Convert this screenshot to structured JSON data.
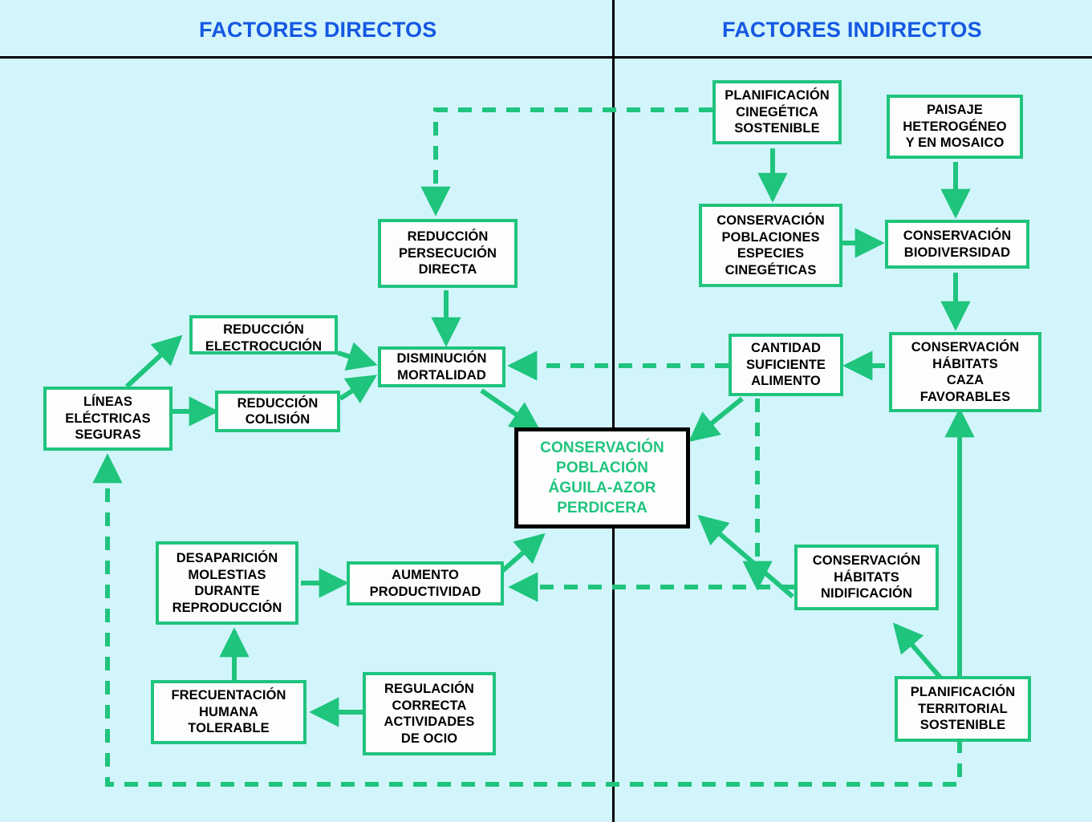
{
  "headers": {
    "left": "FACTORES DIRECTOS",
    "right": "FACTORES INDIRECTOS",
    "color": "#1558e2"
  },
  "theme": {
    "background": "#d2f5fb",
    "node_border": "#1fc47d",
    "node_fill": "#fdfdfd",
    "arrow": "#1fc47d",
    "divider": "#000000",
    "center_border": "#000000",
    "center_text": "#1fc47d"
  },
  "nodes": [
    {
      "id": "planificacion-cinegetica-sostenible",
      "label": "PLANIFICACIÓN\nCINEGÉTICA\nSOSTENIBLE",
      "column": "indirect"
    },
    {
      "id": "paisaje-heterogeneo-mosaico",
      "label": "PAISAJE\nHETEROGÉNEO\nY EN MOSAICO",
      "column": "indirect"
    },
    {
      "id": "conservacion-poblaciones-cinegeticas",
      "label": "CONSERVACIÓN\nPOBLACIONES\nESPECIES\nCINEGÉTICAS",
      "column": "indirect"
    },
    {
      "id": "conservacion-biodiversidad",
      "label": "CONSERVACIÓN\nBIODIVERSIDAD",
      "column": "indirect"
    },
    {
      "id": "cantidad-suficiente-alimento",
      "label": "CANTIDAD\nSUFICIENTE\nALIMENTO",
      "column": "indirect"
    },
    {
      "id": "conservacion-habitats-caza",
      "label": "CONSERVACIÓN\nHÁBITATS\nCAZA\nFAVORABLES",
      "column": "indirect"
    },
    {
      "id": "conservacion-habitats-nidificacion",
      "label": "CONSERVACIÓN\nHÁBITATS\nNIDIFICACIÓN",
      "column": "indirect"
    },
    {
      "id": "planificacion-territorial-sostenible",
      "label": "PLANIFICACIÓN\nTERRITORIAL\nSOSTENIBLE",
      "column": "indirect"
    },
    {
      "id": "reduccion-persecucion-directa",
      "label": "REDUCCIÓN\nPERSECUCIÓN\nDIRECTA",
      "column": "direct"
    },
    {
      "id": "reduccion-electrocucion",
      "label": "REDUCCIÓN\nELECTROCUCIÓN",
      "column": "direct"
    },
    {
      "id": "reduccion-colision",
      "label": "REDUCCIÓN\nCOLISIÓN",
      "column": "direct"
    },
    {
      "id": "lineas-electricas-seguras",
      "label": "LÍNEAS\nELÉCTRICAS\nSEGURAS",
      "column": "direct"
    },
    {
      "id": "disminucion-mortalidad",
      "label": "DISMINUCIÓN\nMORTALIDAD",
      "column": "direct"
    },
    {
      "id": "desaparicion-molestias-reproduccion",
      "label": "DESAPARICIÓN\nMOLESTIAS\nDURANTE\nREPRODUCCIÓN",
      "column": "direct"
    },
    {
      "id": "aumento-productividad",
      "label": "AUMENTO\nPRODUCTIVIDAD",
      "column": "direct"
    },
    {
      "id": "frecuentacion-humana-tolerable",
      "label": "FRECUENTACIÓN\nHUMANA\nTOLERABLE",
      "column": "direct"
    },
    {
      "id": "regulacion-actividades-ocio",
      "label": "REGULACIÓN\nCORRECTA\nACTIVIDADES\nDE OCIO",
      "column": "direct"
    },
    {
      "id": "conservacion-poblacion-aguila",
      "label": "CONSERVACIÓN\nPOBLACIÓN\nÁGUILA-AZOR\nPERDICERA",
      "column": "center"
    }
  ],
  "edges": [
    {
      "from": "planificacion-cinegetica-sostenible",
      "to": "conservacion-poblaciones-cinegeticas",
      "style": "solid"
    },
    {
      "from": "paisaje-heterogeneo-mosaico",
      "to": "conservacion-biodiversidad",
      "style": "solid"
    },
    {
      "from": "conservacion-poblaciones-cinegeticas",
      "to": "conservacion-biodiversidad",
      "style": "solid"
    },
    {
      "from": "conservacion-biodiversidad",
      "to": "conservacion-habitats-caza",
      "style": "solid"
    },
    {
      "from": "conservacion-habitats-caza",
      "to": "cantidad-suficiente-alimento",
      "style": "solid"
    },
    {
      "from": "cantidad-suficiente-alimento",
      "to": "conservacion-poblacion-aguila",
      "style": "solid"
    },
    {
      "from": "cantidad-suficiente-alimento",
      "to": "disminucion-mortalidad",
      "style": "dashed"
    },
    {
      "from": "cantidad-suficiente-alimento",
      "to": "aumento-productividad",
      "style": "dashed"
    },
    {
      "from": "planificacion-cinegetica-sostenible",
      "to": "reduccion-persecucion-directa",
      "style": "dashed"
    },
    {
      "from": "reduccion-persecucion-directa",
      "to": "disminucion-mortalidad",
      "style": "solid"
    },
    {
      "from": "lineas-electricas-seguras",
      "to": "reduccion-electrocucion",
      "style": "solid"
    },
    {
      "from": "lineas-electricas-seguras",
      "to": "reduccion-colision",
      "style": "solid"
    },
    {
      "from": "reduccion-electrocucion",
      "to": "disminucion-mortalidad",
      "style": "solid"
    },
    {
      "from": "reduccion-colision",
      "to": "disminucion-mortalidad",
      "style": "solid"
    },
    {
      "from": "disminucion-mortalidad",
      "to": "conservacion-poblacion-aguila",
      "style": "solid"
    },
    {
      "from": "desaparicion-molestias-reproduccion",
      "to": "aumento-productividad",
      "style": "solid"
    },
    {
      "from": "aumento-productividad",
      "to": "conservacion-poblacion-aguila",
      "style": "solid"
    },
    {
      "from": "frecuentacion-humana-tolerable",
      "to": "desaparicion-molestias-reproduccion",
      "style": "solid"
    },
    {
      "from": "regulacion-actividades-ocio",
      "to": "frecuentacion-humana-tolerable",
      "style": "solid"
    },
    {
      "from": "conservacion-habitats-nidificacion",
      "to": "conservacion-poblacion-aguila",
      "style": "solid"
    },
    {
      "from": "conservacion-habitats-nidificacion",
      "to": "aumento-productividad",
      "style": "dashed"
    },
    {
      "from": "planificacion-territorial-sostenible",
      "to": "conservacion-habitats-nidificacion",
      "style": "solid"
    },
    {
      "from": "planificacion-territorial-sostenible",
      "to": "conservacion-habitats-caza",
      "style": "solid"
    },
    {
      "from": "planificacion-territorial-sostenible",
      "to": "lineas-electricas-seguras",
      "style": "dashed"
    },
    {
      "from": "planificacion-territorial-sostenible",
      "to": "frecuentacion-humana-tolerable",
      "style": "dashed"
    }
  ]
}
